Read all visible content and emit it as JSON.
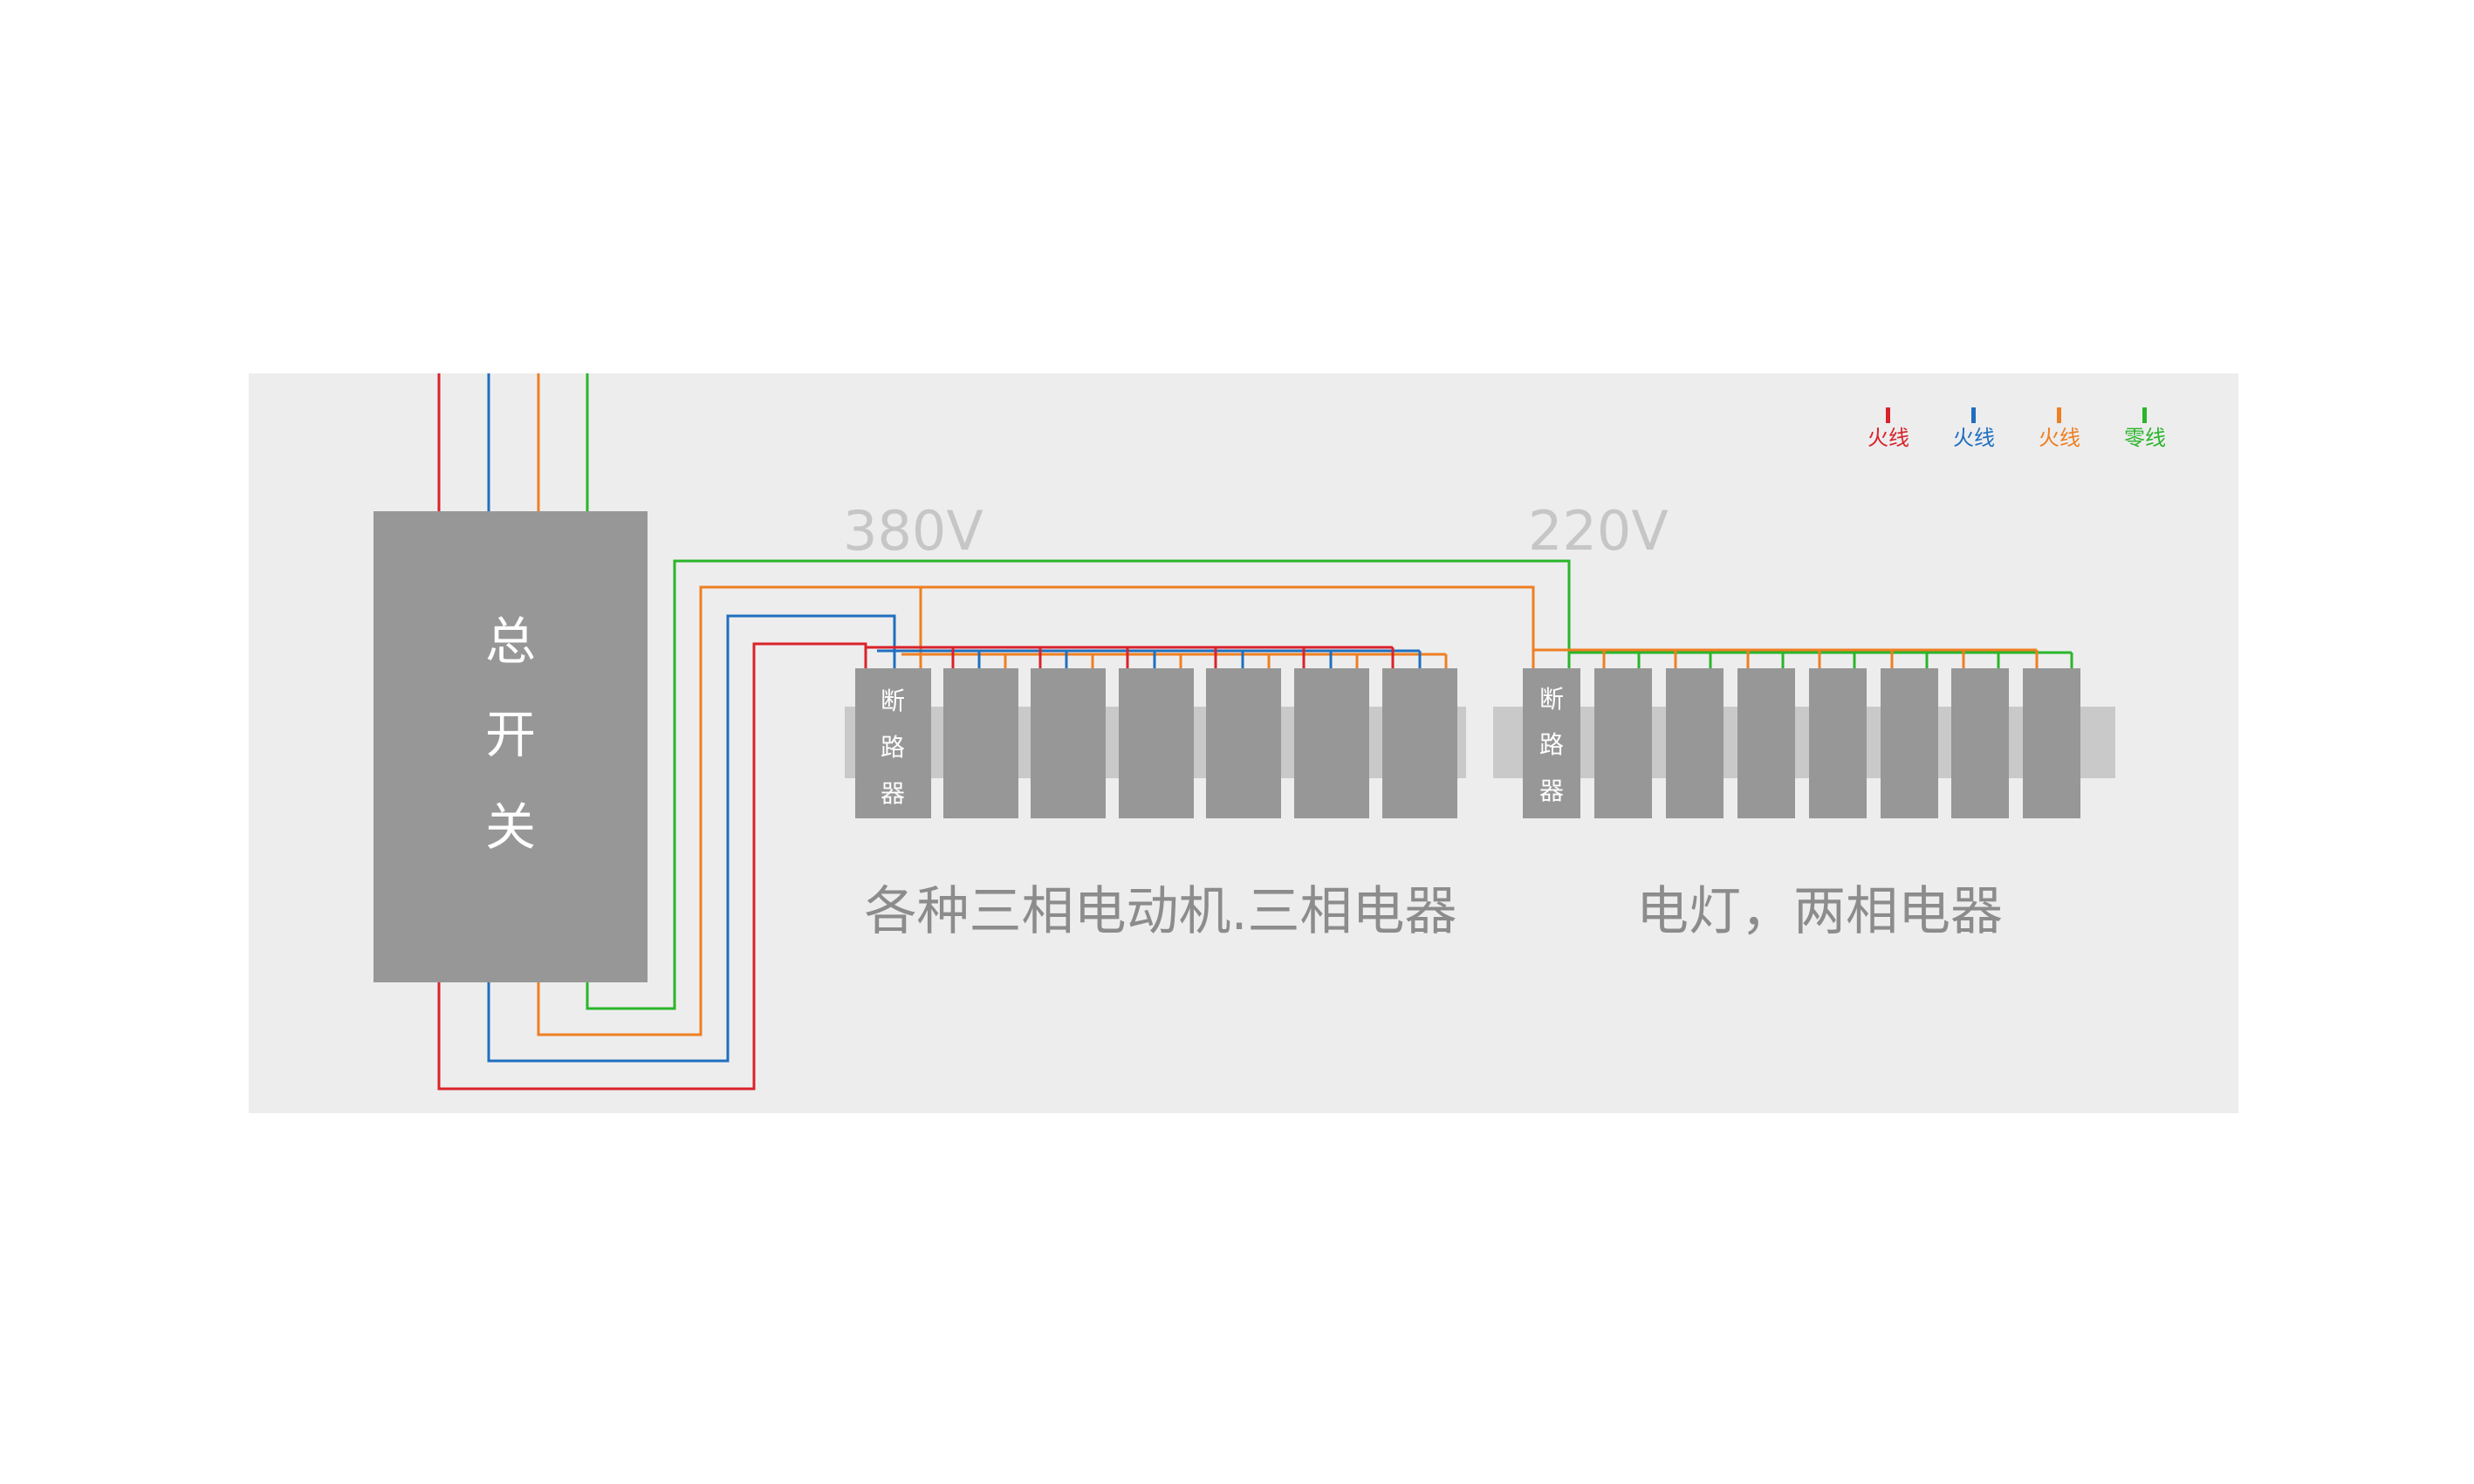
{
  "main_switch": {
    "chars": [
      "总",
      "开",
      "关"
    ]
  },
  "voltage_380": "380V",
  "voltage_220": "220V",
  "breaker_chars": [
    "断",
    "路",
    "器"
  ],
  "caption_380": "各种三相电动机.三相电器",
  "caption_220": "电灯，两相电器",
  "legend": [
    {
      "label": "火线",
      "color": "#d9232a"
    },
    {
      "label": "火线",
      "color": "#1f6fbf"
    },
    {
      "label": "火线",
      "color": "#ee7f22"
    },
    {
      "label": "零线",
      "color": "#2ab52a"
    }
  ],
  "colors": {
    "panel": "#ededee",
    "box": "#979797",
    "rail": "#c9c9c9",
    "voltage_text": "#c6c6c6",
    "caption_text": "#8c8c8c"
  }
}
